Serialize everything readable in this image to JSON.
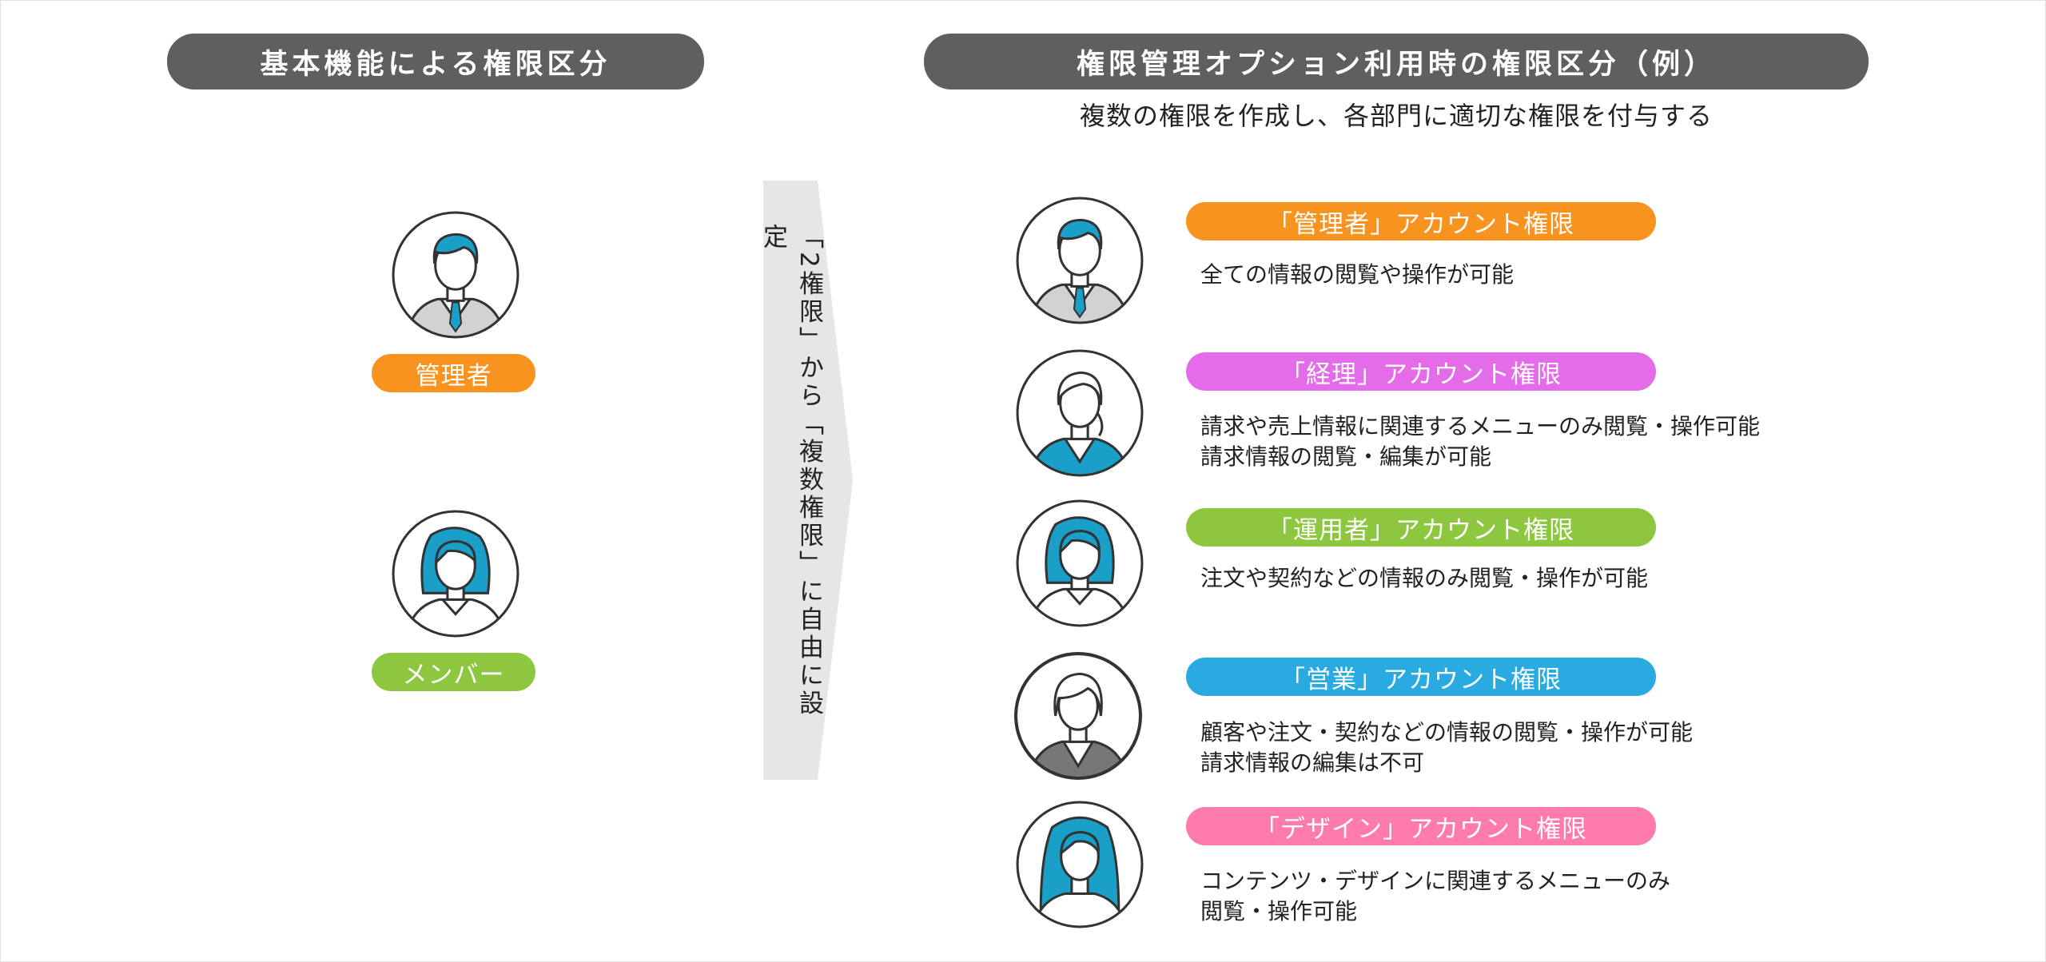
{
  "left_header": "基本機能による権限区分",
  "right_header": "権限管理オプション利用時の権限区分（例）",
  "subtitle": "複数の権限を作成し、各部門に適切な権限を付与する",
  "basic_roles": [
    {
      "label": "管理者",
      "color": "#f7931e",
      "icon": "male-suit-avatar-icon"
    },
    {
      "label": "メンバー",
      "color": "#8dc63f",
      "icon": "female-avatar-icon"
    }
  ],
  "arrow_text": "「2権限」から「複数権限」に自由に設定",
  "accounts": [
    {
      "title": "「管理者」アカウント権限",
      "color": "#f7931e",
      "lines": [
        "全ての情報の閲覧や操作が可能"
      ]
    },
    {
      "title": "「経理」アカウント権限",
      "color": "#e46ce8",
      "lines": [
        "請求や売上情報に関連するメニューのみ閲覧・操作可能",
        "請求情報の閲覧・編集が可能"
      ]
    },
    {
      "title": "「運用者」アカウント権限",
      "color": "#8dc63f",
      "lines": [
        "注文や契約などの情報のみ閲覧・操作が可能"
      ]
    },
    {
      "title": "「営業」アカウント権限",
      "color": "#29abe2",
      "lines": [
        "顧客や注文・契約などの情報の閲覧・操作が可能",
        "請求情報の編集は不可"
      ]
    },
    {
      "title": "「デザイン」アカウント権限",
      "color": "#ff7bac",
      "lines": [
        "コンテンツ・デザインに関連するメニューのみ",
        "閲覧・操作可能"
      ]
    }
  ],
  "colors": {
    "header_bg": "#5f5f5f",
    "accent_blue": "#1aa0c8",
    "arrow_bg": "#e6e6e6"
  }
}
